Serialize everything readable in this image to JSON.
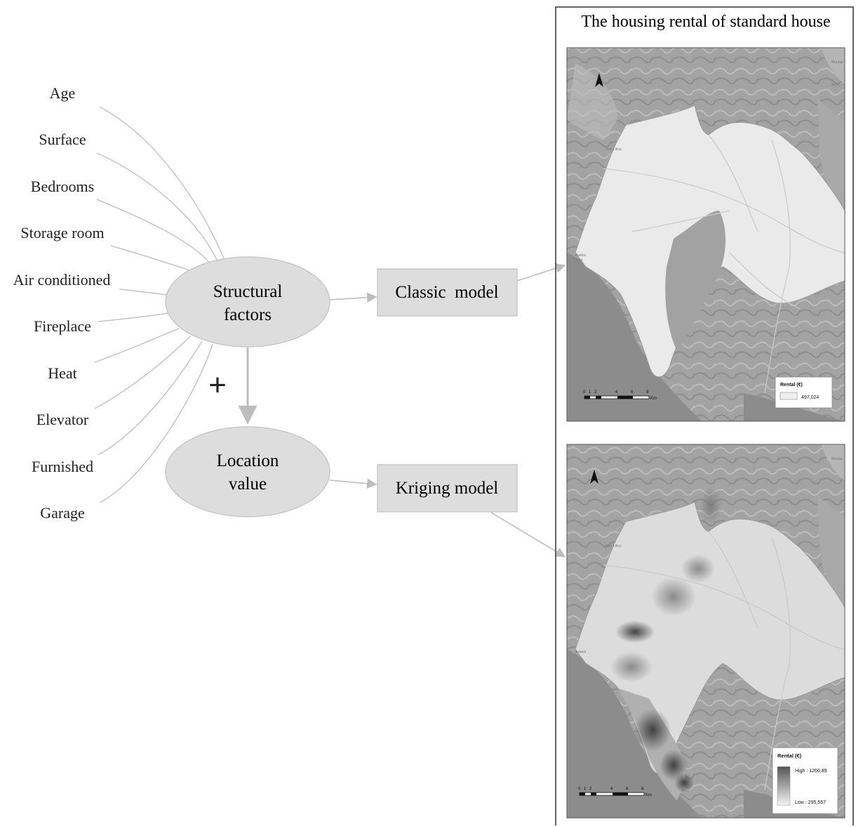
{
  "factors": [
    "Age",
    "Surface",
    "Bedrooms",
    "Storage room",
    "Air conditioned",
    "Fireplace",
    "Heat",
    "Elevator",
    "Furnished",
    "Garage"
  ],
  "nodes": {
    "structural": [
      "Structural",
      "factors"
    ],
    "location": [
      "Location",
      "value"
    ],
    "plus": "+"
  },
  "models": {
    "classic": "Classic  model",
    "kriging": "Kriging model"
  },
  "panel": {
    "title": "The housing rental of standard house"
  },
  "map_classic": {
    "legend_title": "Rental (€)",
    "legend_value": "497,024",
    "scale_ticks": [
      "0",
      "1",
      "2",
      "4",
      "6",
      "8"
    ],
    "scale_unit": "Km"
  },
  "map_kriging": {
    "legend_title": "Rental (€)",
    "legend_high": "High : 1260,89",
    "legend_low": "Low : 295,557",
    "scale_ticks": [
      "0",
      "1",
      "2",
      "4",
      "6",
      "8"
    ],
    "scale_unit": "Km"
  },
  "colors": {
    "node_fill": "#dddddd",
    "edge": "#bdbdbd",
    "map_bg": "#9a9a9a",
    "sea": "#8c8c8c",
    "land_light": "#e9e9e9"
  }
}
